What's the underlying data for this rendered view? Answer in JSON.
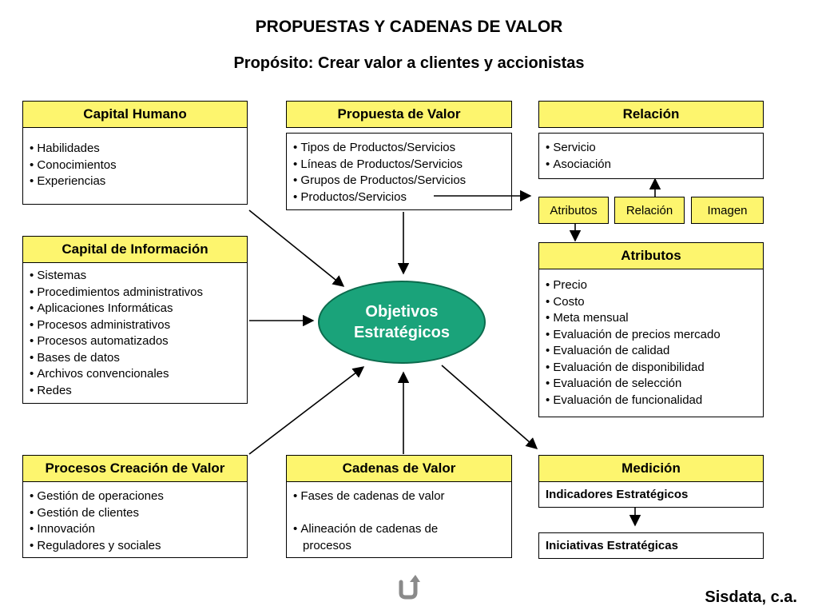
{
  "title": "PROPUESTAS Y CADENAS DE VALOR",
  "subtitle": "Propósito: Crear valor a clientes y accionistas",
  "capital_humano": {
    "header": "Capital Humano",
    "items": [
      "Habilidades",
      "Conocimientos",
      "Experiencias"
    ]
  },
  "propuesta_valor": {
    "header": "Propuesta de Valor",
    "items": [
      "Tipos de Productos/Servicios",
      "Líneas de Productos/Servicios",
      "Grupos de Productos/Servicios",
      "Productos/Servicios"
    ]
  },
  "relacion": {
    "header": "Relación",
    "items": [
      "Servicio",
      "Asociación"
    ]
  },
  "small_boxes": [
    "Atributos",
    "Relación",
    "Imagen"
  ],
  "capital_informacion": {
    "header": "Capital de Información",
    "items": [
      "Sistemas",
      "Procedimientos administrativos",
      "Aplicaciones Informáticas",
      "Procesos administrativos",
      "Procesos automatizados",
      "Bases de datos",
      "Archivos convencionales",
      "Redes"
    ]
  },
  "objetivos": {
    "line1": "Objetivos",
    "line2": "Estratégicos"
  },
  "atributos": {
    "header": "Atributos",
    "items": [
      "Precio",
      "Costo",
      "Meta mensual",
      "Evaluación de precios mercado",
      "Evaluación de calidad",
      "Evaluación de disponibilidad",
      "Evaluación de selección",
      "Evaluación de funcionalidad"
    ]
  },
  "procesos_creacion": {
    "header": "Procesos Creación de Valor",
    "items": [
      "Gestión de operaciones",
      "Gestión de clientes",
      "Innovación",
      "Reguladores y sociales"
    ]
  },
  "cadenas_valor": {
    "header": "Cadenas de Valor",
    "item1": "Fases de cadenas de valor",
    "item2_line1": "Alineación de cadenas de",
    "item2_line2": "procesos"
  },
  "medicion": {
    "header": "Medición",
    "indicadores": "Indicadores Estratégicos",
    "iniciativas": "Iniciativas Estratégicas"
  },
  "footer": "Sisdata, c.a.",
  "colors": {
    "header_yellow": "#fdf56e",
    "ellipse_green": "#1aa37a"
  },
  "icons": {
    "nav": "undo-arrow-icon"
  }
}
